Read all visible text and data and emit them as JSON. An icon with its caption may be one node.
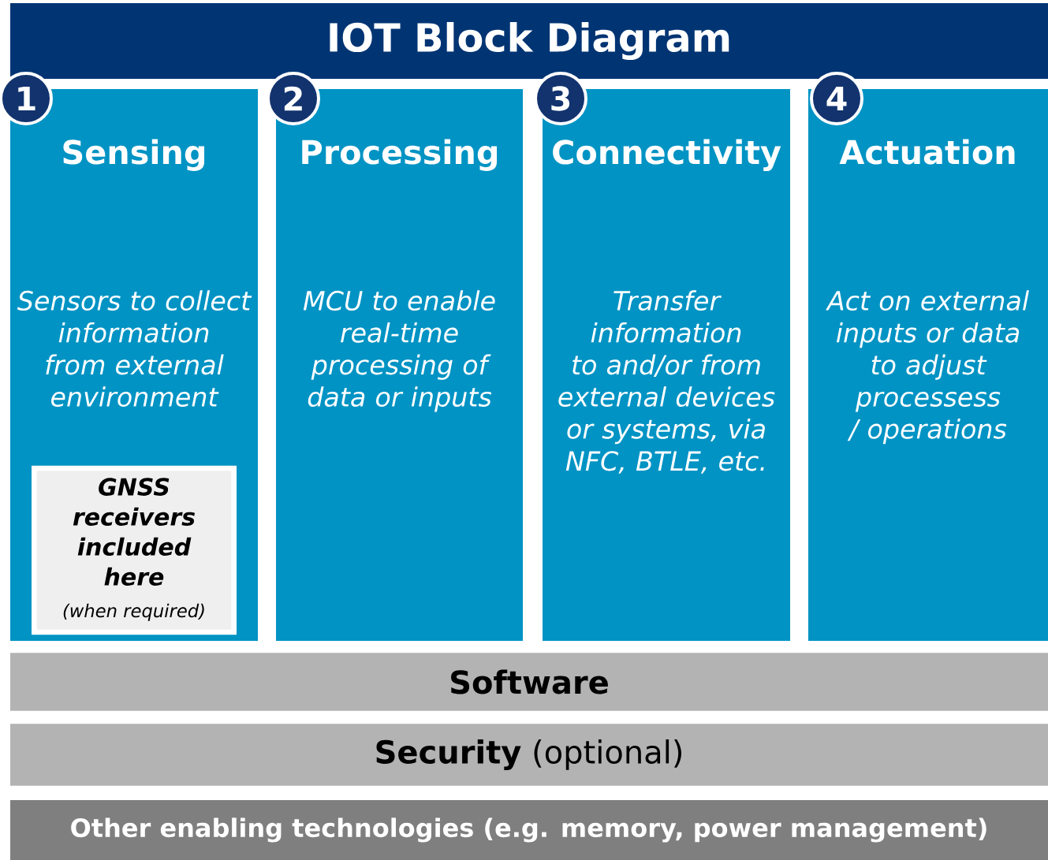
{
  "diagram": {
    "nodes": [
      {
        "text": [
          "IOT Block Diagram"
        ]
      },
      {
        "text": [
          "1"
        ]
      },
      {
        "text": [
          "Sensing",
          "Sensors to collect information from external environment"
        ]
      },
      {
        "text": [
          "GNSS receivers included here",
          "(when required)"
        ],
        "in": 2
      },
      {
        "text": [
          "2"
        ]
      },
      {
        "text": [
          "Processing",
          "MCU to enable real-time processing of data or inputs"
        ]
      },
      {
        "text": [
          "3"
        ]
      },
      {
        "text": [
          "Connectivity",
          "Transfer information to and/or from external devices or systems, via NFC, BTLE, etc."
        ]
      },
      {
        "text": [
          "4"
        ]
      },
      {
        "text": [
          "Actuation",
          "Act on external inputs or data to adjust processess / operations"
        ]
      },
      {
        "text": [
          "Software"
        ]
      },
      {
        "text": [
          "**Security** (optional)"
        ]
      },
      {
        "text": [
          "Other enabling technologies (e.g. memory, power management)"
        ]
      }
    ]
  }
}
